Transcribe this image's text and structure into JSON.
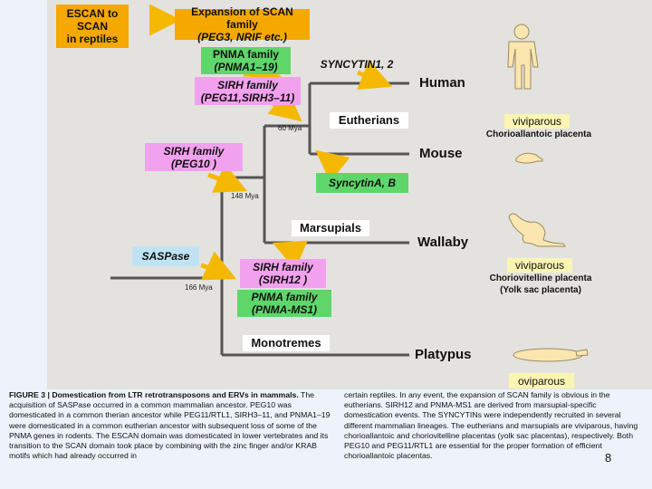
{
  "boxes": {
    "escan": {
      "lines": [
        "ESCAN to",
        "SCAN",
        "in reptiles"
      ]
    },
    "scan_expansion": {
      "line1": "Expansion of SCAN family",
      "line2": "(PEG3, NRIF etc.)"
    },
    "pnma_human": {
      "line1": "PNMA family",
      "line2": "(PNMA1–19)"
    },
    "syncytin_human": {
      "text": "SYNCYTIN1, 2"
    },
    "sirh_eutherian": {
      "line1": "SIRH family",
      "line2": "(PEG11,SIRH3–11)"
    },
    "eutherians": {
      "text": "Eutherians"
    },
    "sirh_therian": {
      "line1": "SIRH family",
      "line2": "(PEG10 )"
    },
    "syncytin_mouse": {
      "text": "SyncytinA, B"
    },
    "marsupials": {
      "text": "Marsupials"
    },
    "saspase": {
      "text": "SASPase"
    },
    "sirh_marsupial": {
      "line1": "SIRH family",
      "line2": "(SIRH12 )"
    },
    "pnma_marsupial": {
      "line1": "PNMA family",
      "line2": "(PNMA-MS1)"
    },
    "monotremes": {
      "text": "Monotremes"
    },
    "viviparous_eutherian": {
      "text": "viviparous"
    },
    "viviparous_marsupial": {
      "text": "viviparous"
    },
    "oviparous": {
      "text": "oviparous"
    }
  },
  "species": {
    "human": "Human",
    "mouse": "Mouse",
    "wallaby": "Wallaby",
    "platypus": "Platypus"
  },
  "mya": {
    "m60": "60 Mya",
    "m148": "148 Mya",
    "m166": "166 Mya"
  },
  "placenta": {
    "eutherian": "Chorioallantoic placenta",
    "marsupial_1": "Choriovitelline placenta",
    "marsupial_2": "(Yolk sac placenta)"
  },
  "caption": {
    "left_title": "FIGURE 3 | Domestication from LTR retrotransposons and ERVs in mammals.",
    "left_body": "The acquisition of SASPase occurred in a common mammalian ancestor. PEG10 was domesticated in a common therian ancestor while PEG11/RTL1, SIRH3–11, and PNMA1–19 were domesticated in a common eutherian ancestor with subsequent loss of some of the PNMA genes in rodents. The ESCAN domain was domesticated in lower vertebrates and its transition to the SCAN domain took place by combining with the zinc finger and/or KRAB motifs which had already occurred in",
    "right_body": "certain reptiles. In any event, the expansion of SCAN family is obvious in the eutherians. SIRH12 and PNMA-MS1 are derived from marsupial-specific domestication events. The SYNCYTINs were independently recruited in several different mammalian lineages. The eutherians and marsupials are viviparous, having chorioallantoic and choriovitelline placentas (yolk sac placentas), respectively. Both PEG10 and PEG11/RTL1 are essential for the proper formation of efficient chorioallantoic placentas."
  },
  "page_number": "8",
  "colors": {
    "orange": "#f5a800",
    "green": "#5ed66a",
    "pink": "#f2a1ee",
    "blue": "#bfe3f3",
    "cream": "#fbf5b4",
    "arrow": "#f5b800",
    "silhouette": "#fbe6b0"
  }
}
